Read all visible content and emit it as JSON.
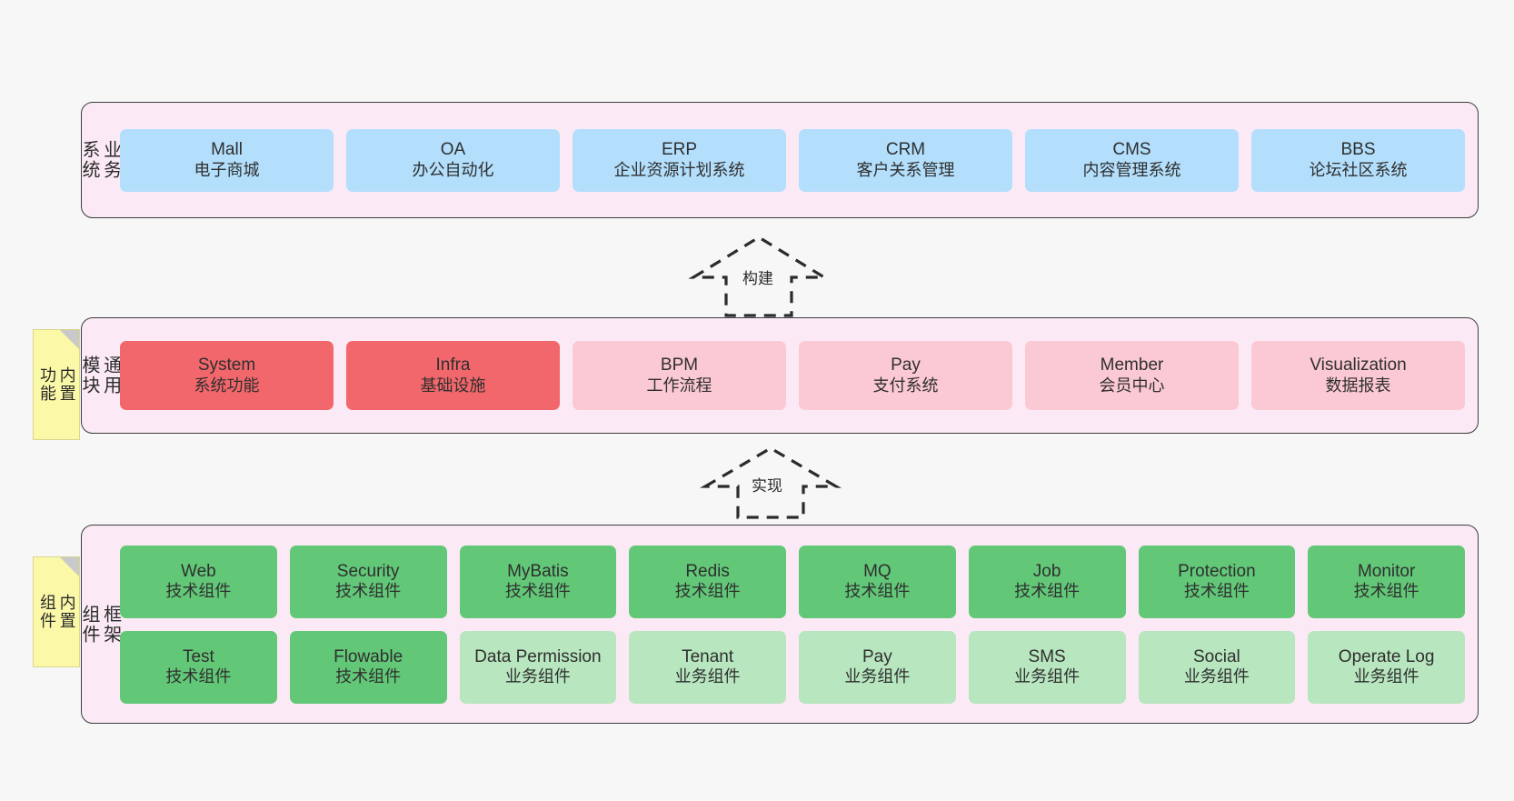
{
  "layers": [
    {
      "id": "business",
      "title": "业务\n系统",
      "note": null,
      "rows": [
        {
          "cells": [
            {
              "en": "Mall",
              "cn": "电子商城",
              "color": "c-blue"
            },
            {
              "en": "OA",
              "cn": "办公自动化",
              "color": "c-blue"
            },
            {
              "en": "ERP",
              "cn": "企业资源计划系统",
              "color": "c-blue"
            },
            {
              "en": "CRM",
              "cn": "客户关系管理",
              "color": "c-blue"
            },
            {
              "en": "CMS",
              "cn": "内容管理系统",
              "color": "c-blue"
            },
            {
              "en": "BBS",
              "cn": "论坛社区系统",
              "color": "c-blue"
            }
          ]
        }
      ]
    },
    {
      "id": "common",
      "title": "通用\n模块",
      "note": "内置\n功能",
      "rows": [
        {
          "cells": [
            {
              "en": "System",
              "cn": "系统功能",
              "color": "c-red"
            },
            {
              "en": "Infra",
              "cn": "基础设施",
              "color": "c-red"
            },
            {
              "en": "BPM",
              "cn": "工作流程",
              "color": "c-pink"
            },
            {
              "en": "Pay",
              "cn": "支付系统",
              "color": "c-pink"
            },
            {
              "en": "Member",
              "cn": "会员中心",
              "color": "c-pink"
            },
            {
              "en": "Visualization",
              "cn": "数据报表",
              "color": "c-pink"
            }
          ]
        }
      ]
    },
    {
      "id": "framework",
      "title": "框架\n组件",
      "note": "内置\n组件",
      "rows": [
        {
          "cells": [
            {
              "en": "Web",
              "cn": "技术组件",
              "color": "c-green"
            },
            {
              "en": "Security",
              "cn": "技术组件",
              "color": "c-green"
            },
            {
              "en": "MyBatis",
              "cn": "技术组件",
              "color": "c-green"
            },
            {
              "en": "Redis",
              "cn": "技术组件",
              "color": "c-green"
            },
            {
              "en": "MQ",
              "cn": "技术组件",
              "color": "c-green"
            },
            {
              "en": "Job",
              "cn": "技术组件",
              "color": "c-green"
            },
            {
              "en": "Protection",
              "cn": "技术组件",
              "color": "c-green"
            },
            {
              "en": "Monitor",
              "cn": "技术组件",
              "color": "c-green"
            }
          ]
        },
        {
          "cells": [
            {
              "en": "Test",
              "cn": "技术组件",
              "color": "c-green"
            },
            {
              "en": "Flowable",
              "cn": "技术组件",
              "color": "c-green"
            },
            {
              "en": "Data Permission",
              "cn": "业务组件",
              "color": "c-lightgreen"
            },
            {
              "en": "Tenant",
              "cn": "业务组件",
              "color": "c-lightgreen"
            },
            {
              "en": "Pay",
              "cn": "业务组件",
              "color": "c-lightgreen"
            },
            {
              "en": "SMS",
              "cn": "业务组件",
              "color": "c-lightgreen"
            },
            {
              "en": "Social",
              "cn": "业务组件",
              "color": "c-lightgreen"
            },
            {
              "en": "Operate Log",
              "cn": "业务组件",
              "color": "c-lightgreen"
            }
          ]
        }
      ]
    }
  ],
  "arrows": [
    {
      "id": "build",
      "label": "构建"
    },
    {
      "id": "impl",
      "label": "实现"
    }
  ],
  "colors": {
    "panel_bg": "#fbeaf5",
    "panel_border": "#3d3d3d",
    "blue": "#b3dffc",
    "red": "#f2676b",
    "pink": "#fbc9d3",
    "green": "#62c878",
    "light_green": "#b7e6bf",
    "note_yellow": "#fbf8a8",
    "note_fold": "#c9c9c9",
    "canvas_bg": "#f7f7f7"
  }
}
